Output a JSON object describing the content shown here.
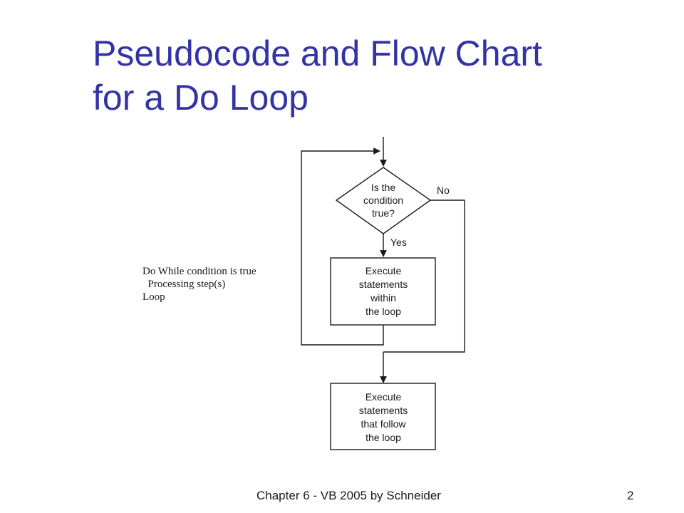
{
  "slide": {
    "title_line1": "Pseudocode and Flow Chart",
    "title_line2": "for a Do Loop",
    "footer_left": "Chapter 6 - VB 2005 by Schneider",
    "footer_right": "2"
  },
  "pseudocode": {
    "lines": [
      "Do While condition is true",
      "  Processing step(s)",
      "Loop"
    ]
  },
  "flowchart": {
    "decision": [
      "Is the",
      "condition",
      "true?"
    ],
    "label_no": "No",
    "label_yes": "Yes",
    "loop_body": [
      "Execute",
      "statements",
      "within",
      "the loop"
    ],
    "after_loop": [
      "Execute",
      "statements",
      "that follow",
      "the loop"
    ]
  }
}
